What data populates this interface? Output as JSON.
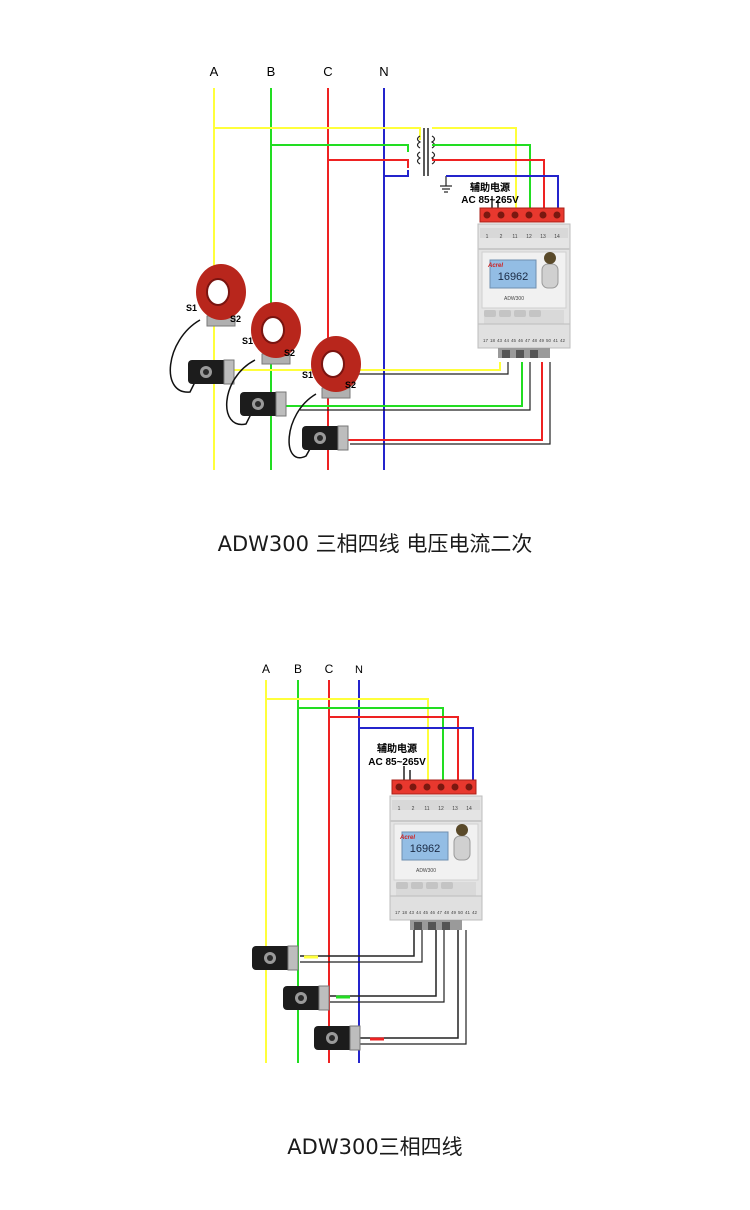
{
  "colors": {
    "phase_a": "#ffff3b",
    "phase_b": "#22dd22",
    "phase_c": "#ee2222",
    "neutral": "#2424cc",
    "ct_red": "#c8281e",
    "meter_body": "#e6e6e6",
    "lcd": "#8fb8df",
    "terminal_red": "#e8382e",
    "wire_dark": "#222222"
  },
  "diagram1": {
    "phase_labels": [
      "A",
      "B",
      "C",
      "N"
    ],
    "aux_power_label": "辅助电源",
    "aux_power_spec": "AC 85~265V",
    "ct_labels": {
      "s1": "S1",
      "s2": "S2"
    },
    "meter": {
      "brand": "Acrel",
      "model": "ADW300",
      "reading": "16962",
      "top_terminal_numbers": [
        "1",
        "2",
        "11",
        "12",
        "13",
        "14"
      ],
      "bottom_terminal_numbers": [
        "17",
        "18",
        "43",
        "44",
        "45",
        "46",
        "47",
        "48",
        "49",
        "50",
        "41",
        "42"
      ]
    },
    "caption": "ADW300 三相四线 电压电流二次"
  },
  "diagram2": {
    "phase_labels": [
      "A",
      "B",
      "C",
      "N"
    ],
    "aux_power_label": "辅助电源",
    "aux_power_spec": "AC 85~265V",
    "meter": {
      "brand": "Acrel",
      "model": "ADW300",
      "reading": "16962",
      "top_terminal_numbers": [
        "1",
        "2",
        "11",
        "12",
        "13",
        "14"
      ],
      "bottom_terminal_numbers": [
        "17",
        "18",
        "43",
        "44",
        "45",
        "46",
        "47",
        "48",
        "49",
        "50",
        "41",
        "42"
      ]
    },
    "caption": "ADW300三相四线"
  }
}
